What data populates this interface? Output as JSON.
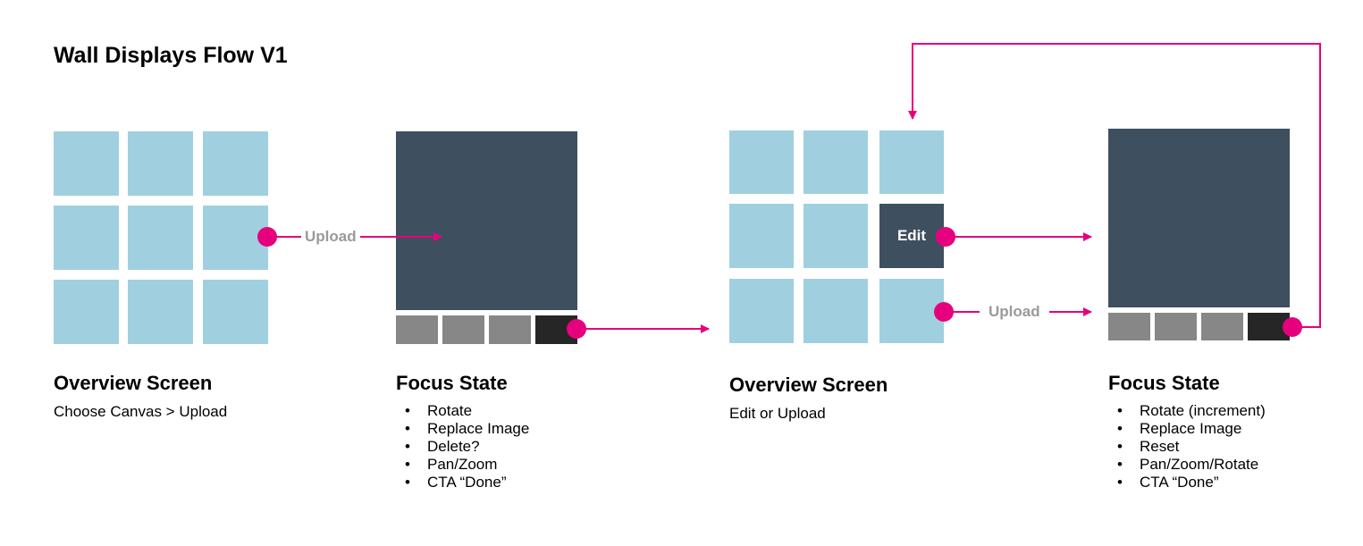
{
  "title": "Wall Displays Flow V1",
  "colors": {
    "accent": "#e6007e",
    "tile": "#a0d0e0",
    "focus_canvas": "#3e4f5f",
    "toolbar_button": "#878787",
    "toolbar_button_active": "#262626",
    "connector_label": "#9a9a9a"
  },
  "steps": [
    {
      "heading": "Overview Screen",
      "subtitle": "Choose Canvas > Upload"
    },
    {
      "heading": "Focus State",
      "items": [
        "Rotate",
        "Replace Image",
        "Delete?",
        "Pan/Zoom",
        "CTA “Done”"
      ]
    },
    {
      "heading": "Overview Screen",
      "subtitle": "Edit or Upload"
    },
    {
      "heading": "Focus State",
      "items": [
        "Rotate (increment)",
        "Replace Image",
        "Reset",
        "Pan/Zoom/Rotate",
        "CTA “Done”"
      ]
    }
  ],
  "connectors": {
    "upload_1": "Upload",
    "edit": "Edit",
    "upload_2": "Upload"
  }
}
